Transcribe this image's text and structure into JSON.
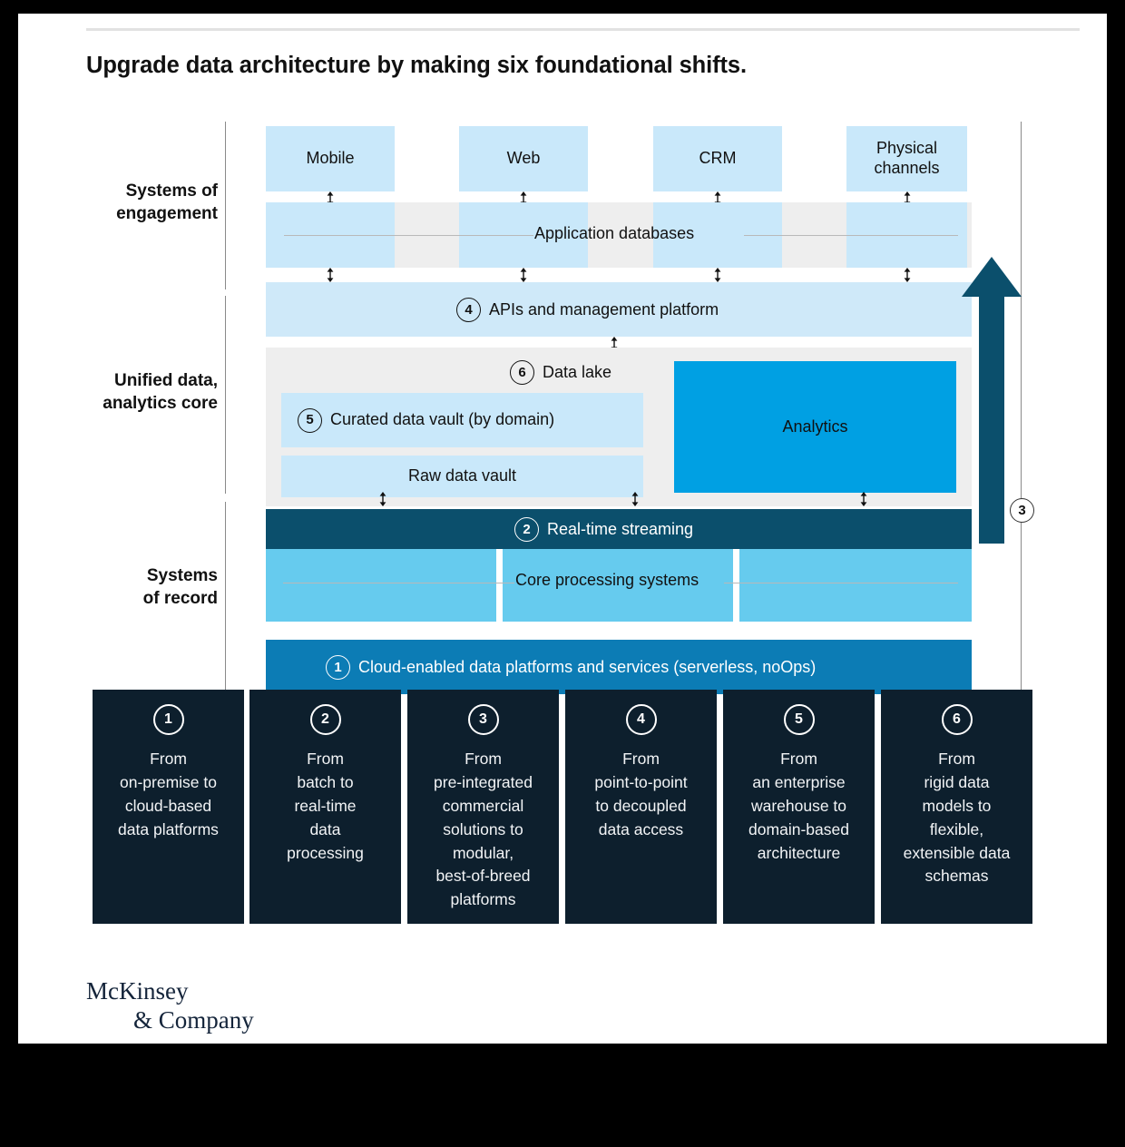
{
  "title": "Upgrade data architecture by making six foundational shifts.",
  "brand": {
    "line1": "McKinsey",
    "line2": "& Company",
    "accent_dark": "#0d1f2d",
    "accent_blue": "#00a0e3",
    "accent_teal": "#0b4f6c"
  },
  "row_labels": [
    {
      "id": "systems-of-engagement",
      "text": "Systems of\nengagement"
    },
    {
      "id": "unified-data-analytics-core",
      "text": "Unified data,\nanalytics core"
    },
    {
      "id": "systems-of-record",
      "text": "Systems\nof record"
    }
  ],
  "channels": [
    {
      "label": "Mobile"
    },
    {
      "label": "Web"
    },
    {
      "label": "CRM"
    },
    {
      "label": "Physical\nchannels"
    }
  ],
  "bands": {
    "application_databases": {
      "label": "Application databases"
    },
    "apis": {
      "number": "4",
      "label": "APIs and management platform"
    },
    "data_lake": {
      "number": "6",
      "label": "Data lake"
    },
    "curated_vault": {
      "number": "5",
      "label": "Curated data vault (by domain)"
    },
    "raw_vault": {
      "label": "Raw data vault"
    },
    "analytics": {
      "label": "Analytics"
    },
    "streaming": {
      "number": "2",
      "label": "Real-time streaming"
    },
    "core_processing": {
      "label": "Core processing systems"
    },
    "cloud_platform": {
      "number": "1",
      "label": "Cloud-enabled data platforms and services (serverless, noOps)"
    }
  },
  "side_marker": {
    "number": "3"
  },
  "shift_cards": [
    {
      "number": "1",
      "text": "From\non-premise to\ncloud-based\ndata platforms"
    },
    {
      "number": "2",
      "text": "From\nbatch to\nreal-time\ndata\nprocessing"
    },
    {
      "number": "3",
      "text": "From\npre-integrated\ncommercial\nsolutions to\nmodular,\nbest-of-breed\nplatforms"
    },
    {
      "number": "4",
      "text": "From\npoint-to-point\nto decoupled\ndata access"
    },
    {
      "number": "5",
      "text": "From\nan enterprise\nwarehouse to\ndomain-based\narchitecture"
    },
    {
      "number": "6",
      "text": "From\nrigid data\nmodels to\nflexible,\nextensible data\nschemas"
    }
  ]
}
